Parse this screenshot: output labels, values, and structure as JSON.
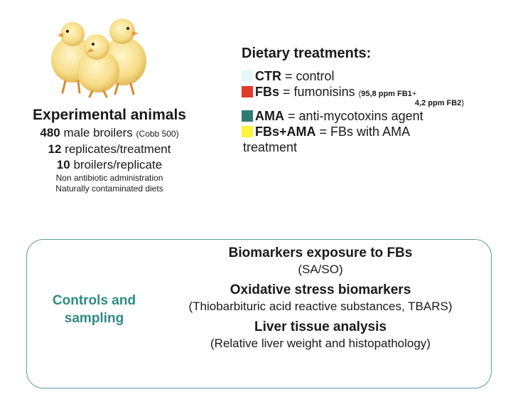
{
  "chicks_image": {
    "icon": "chicks-illustration-icon"
  },
  "animals": {
    "title": "Experimental animals",
    "l1_num": "480",
    "l1_text": "male broilers",
    "l1_small": "(Cobb 500)",
    "l2_num": "12",
    "l2_text": "replicates/treatment",
    "l3_num": "10",
    "l3_text": "broilers/replicate",
    "note1": "Non antibiotic administration",
    "note2": "Naturally contaminated diets"
  },
  "diet": {
    "title": "Dietary treatments:",
    "treatments": [
      {
        "code": "CTR",
        "desc": "= control",
        "color": "#e4f7fb"
      },
      {
        "code": "FBs",
        "desc": "= fumonisins",
        "detail_open": "(",
        "detail_a": "95,8 ppm FB1",
        "detail_plus": "+",
        "detail_b": "4,2 ppm FB2",
        "detail_close": ")",
        "color": "#e03a2a"
      },
      {
        "code": "AMA",
        "desc": "= anti-mycotoxins agent",
        "color": "#2f7b76"
      },
      {
        "code": "FBs+AMA",
        "desc": "= FBs with AMA",
        "desc2": "treatment",
        "color": "#fbf43a"
      }
    ]
  },
  "panel": {
    "label": "Controls and sampling",
    "sections": [
      {
        "heading": "Biomarkers exposure to FBs",
        "detail": "(SA/SO)"
      },
      {
        "heading": "Oxidative stress biomarkers",
        "detail": "(Thiobarbituric acid reactive substances, TBARS)"
      },
      {
        "heading": "Liver tissue analysis",
        "detail": "(Relative liver weight and histopathology)"
      }
    ]
  },
  "colors": {
    "panel_border": "#5c9e9a",
    "panel_label": "#2f8a84"
  }
}
